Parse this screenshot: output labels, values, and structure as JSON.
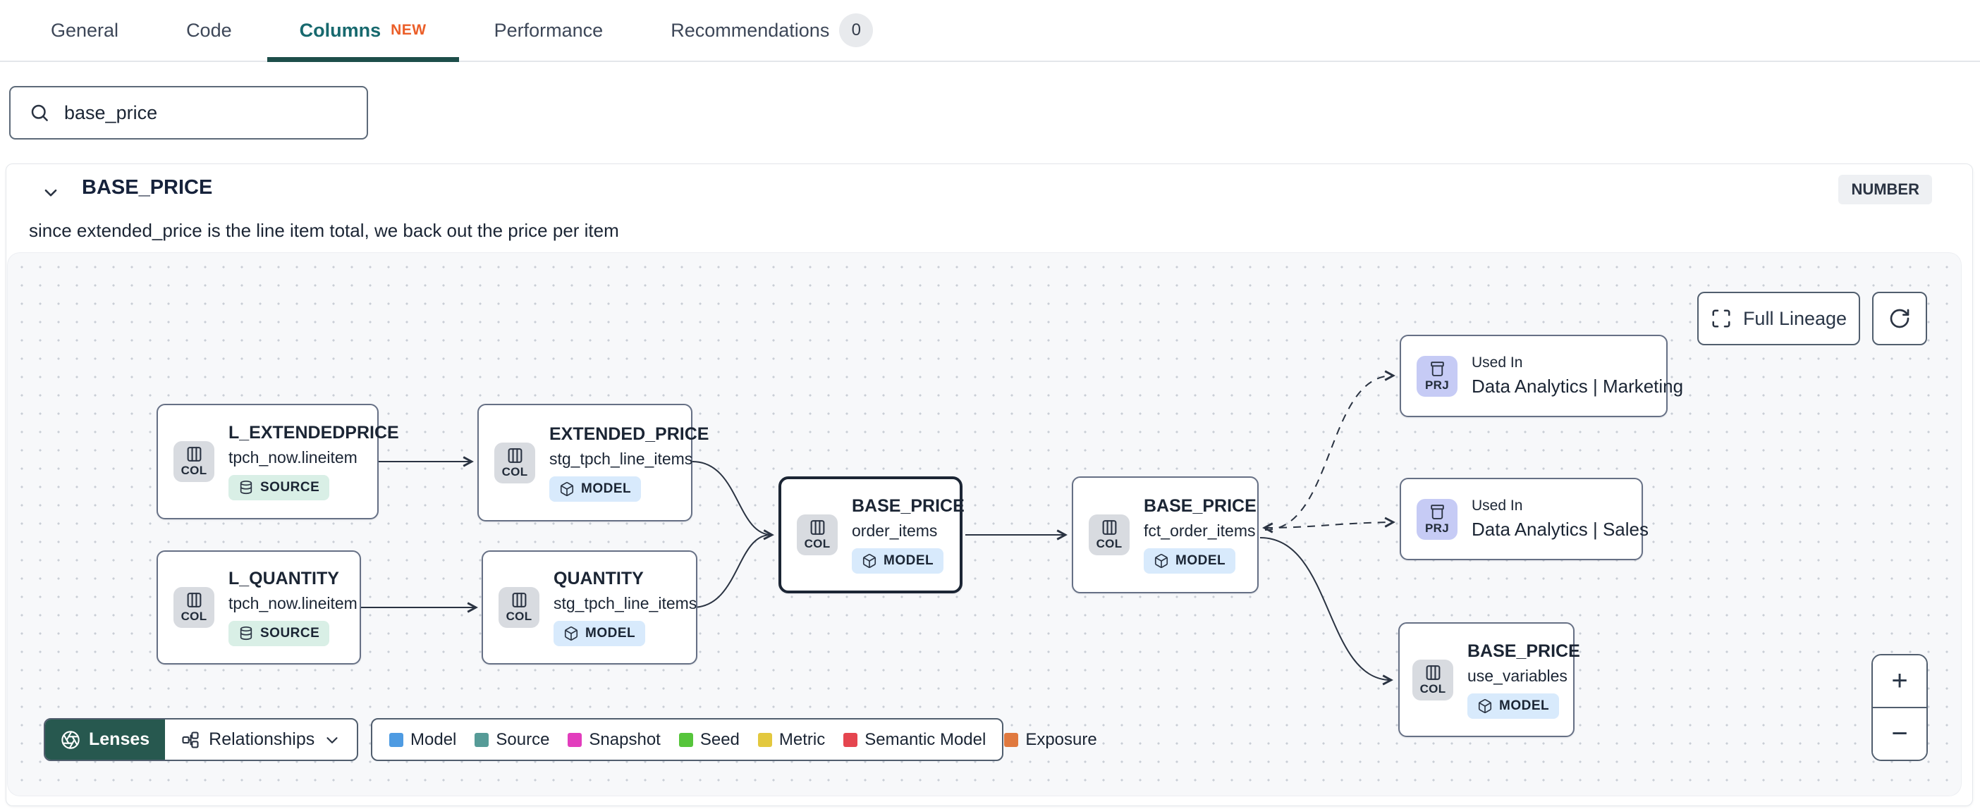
{
  "tabs": {
    "items": [
      {
        "label": "General"
      },
      {
        "label": "Code"
      },
      {
        "label": "Columns",
        "badge": "NEW"
      },
      {
        "label": "Performance"
      },
      {
        "label": "Recommendations",
        "count": "0"
      }
    ]
  },
  "search": {
    "value": "base_price"
  },
  "column": {
    "name": "BASE_PRICE",
    "type_badge": "NUMBER",
    "description": "since extended_price is the line item total, we back out the price per item"
  },
  "lineage": {
    "full_lineage_label": "Full Lineage",
    "zoom_in": "+",
    "zoom_out": "−",
    "nodes": [
      {
        "tile": "COL",
        "title": "L_EXTENDEDPRICE",
        "subtitle": "tpch_now.lineitem",
        "badge": "SOURCE"
      },
      {
        "tile": "COL",
        "title": "L_QUANTITY",
        "subtitle": "tpch_now.lineitem",
        "badge": "SOURCE"
      },
      {
        "tile": "COL",
        "title": "EXTENDED_PRICE",
        "subtitle": "stg_tpch_line_items",
        "badge": "MODEL"
      },
      {
        "tile": "COL",
        "title": "QUANTITY",
        "subtitle": "stg_tpch_line_items",
        "badge": "MODEL"
      },
      {
        "tile": "COL",
        "title": "BASE_PRICE",
        "subtitle": "order_items",
        "badge": "MODEL"
      },
      {
        "tile": "COL",
        "title": "BASE_PRICE",
        "subtitle": "fct_order_items",
        "badge": "MODEL"
      },
      {
        "tile": "PRJ",
        "label": "Used In",
        "title": "Data Analytics | Marketing"
      },
      {
        "tile": "PRJ",
        "label": "Used In",
        "title": "Data Analytics | Sales"
      },
      {
        "tile": "COL",
        "title": "BASE_PRICE",
        "subtitle": "use_variables",
        "badge": "MODEL"
      }
    ],
    "toolbar": {
      "lenses": "Lenses",
      "relationships": "Relationships"
    },
    "legend": [
      {
        "label": "Model",
        "color": "#4e9be2"
      },
      {
        "label": "Source",
        "color": "#569b97"
      },
      {
        "label": "Snapshot",
        "color": "#e23dbd"
      },
      {
        "label": "Seed",
        "color": "#56c53b"
      },
      {
        "label": "Metric",
        "color": "#e3c83e"
      },
      {
        "label": "Semantic Model",
        "color": "#e5454f"
      },
      {
        "label": "Exposure",
        "color": "#e0793f"
      }
    ]
  }
}
